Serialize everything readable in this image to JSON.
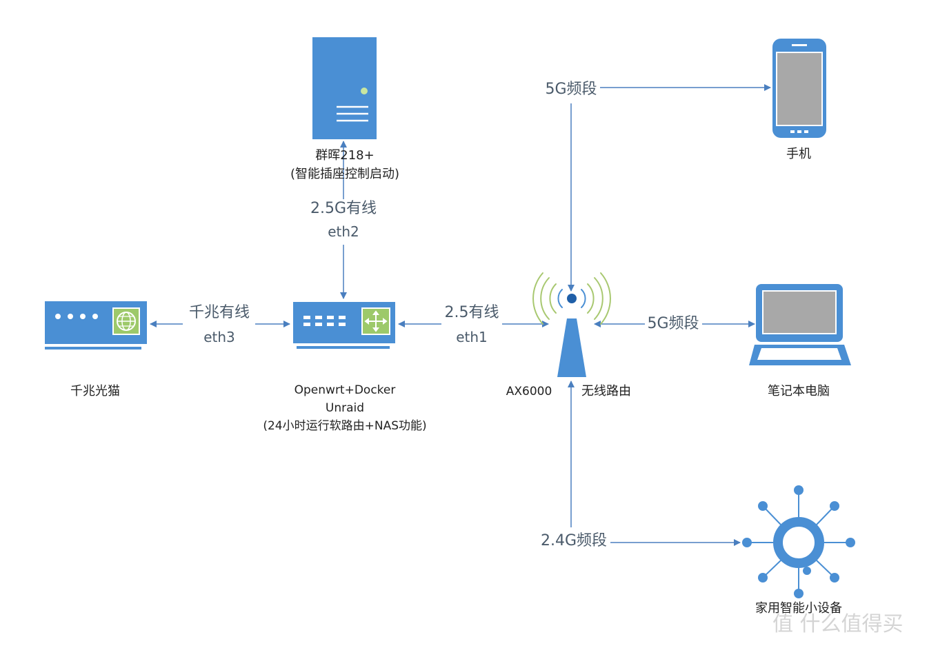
{
  "colors": {
    "device_blue": "#4a8fd4",
    "device_dark": "#3a78bd",
    "arrow": "#4a7fbf",
    "screen_gray": "#a8a8a8",
    "accent_green": "#9dc96a",
    "signal_green": "#a8c870"
  },
  "nodes": {
    "modem": {
      "label": "千兆光猫",
      "icon": "modem-icon"
    },
    "softrouter": {
      "line1": "Openwrt+Docker",
      "line2": "Unraid",
      "line3": "(24小时运行软路由+NAS功能)",
      "icon": "switch-icon"
    },
    "nas": {
      "line1": "群晖218+",
      "line2": "(智能插座控制启动)",
      "icon": "server-icon"
    },
    "router": {
      "model": "AX6000",
      "label": "无线路由",
      "icon": "wireless-router-icon"
    },
    "phone": {
      "label": "手机",
      "icon": "smartphone-icon"
    },
    "laptop": {
      "label": "笔记本电脑",
      "icon": "laptop-icon"
    },
    "iot": {
      "label": "家用智能小设备",
      "icon": "iot-hub-icon"
    }
  },
  "edges": {
    "modem_softrouter": {
      "label": "千兆有线",
      "port": "eth3"
    },
    "softrouter_nas": {
      "label": "2.5G有线",
      "port": "eth2"
    },
    "softrouter_router": {
      "label": "2.5有线",
      "port": "eth1"
    },
    "router_phone": {
      "label": "5G频段"
    },
    "router_laptop": {
      "label": "5G频段"
    },
    "router_iot": {
      "label": "2.4G频段"
    }
  },
  "watermark": "值 什么值得买"
}
